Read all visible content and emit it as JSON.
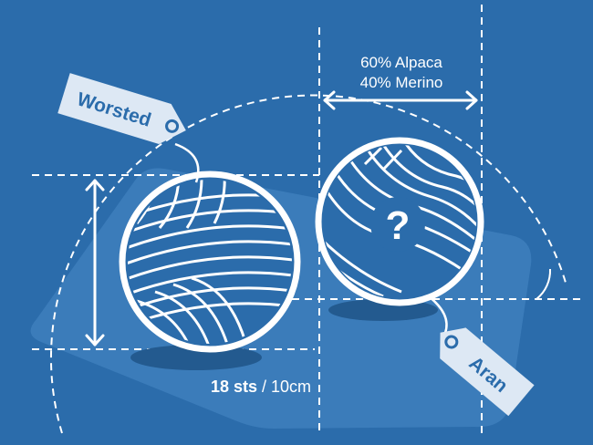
{
  "colors": {
    "background": "#2b6cab",
    "platform": "#3b7cba",
    "line": "#ffffff",
    "tag": "#dde8f4",
    "tag_text": "#2b6cab",
    "shadow": "#235a8f"
  },
  "fiber_label": {
    "line1": "60% Alpaca",
    "line2": "40% Merino"
  },
  "gauge": {
    "bold": "18 sts",
    "rest": " / 10cm"
  },
  "yarn_left": {
    "tag": "Worsted",
    "icon": "yarn-ball-icon"
  },
  "yarn_right": {
    "tag": "Aran",
    "icon": "yarn-ball-icon",
    "unknown_mark": "?"
  }
}
